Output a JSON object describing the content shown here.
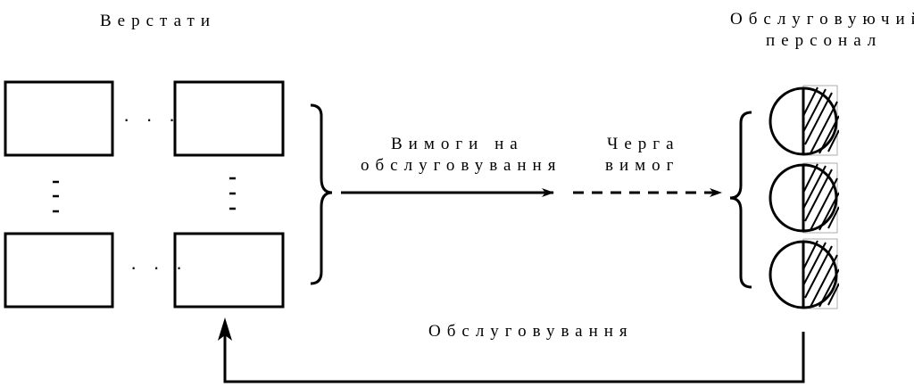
{
  "labels": {
    "machines": "Верстати",
    "staff_line1": "Обслуговуючий",
    "staff_line2": "персонал",
    "requests_line1": "Вимоги на",
    "requests_line2": "обслуговування",
    "queue_line1": "Черга",
    "queue_line2": "вимог",
    "service": "Обслуговування"
  },
  "ellipsis_h": "· · ·",
  "colors": {
    "stroke": "#000000",
    "hatch_box": "#999999",
    "background": "#ffffff"
  }
}
